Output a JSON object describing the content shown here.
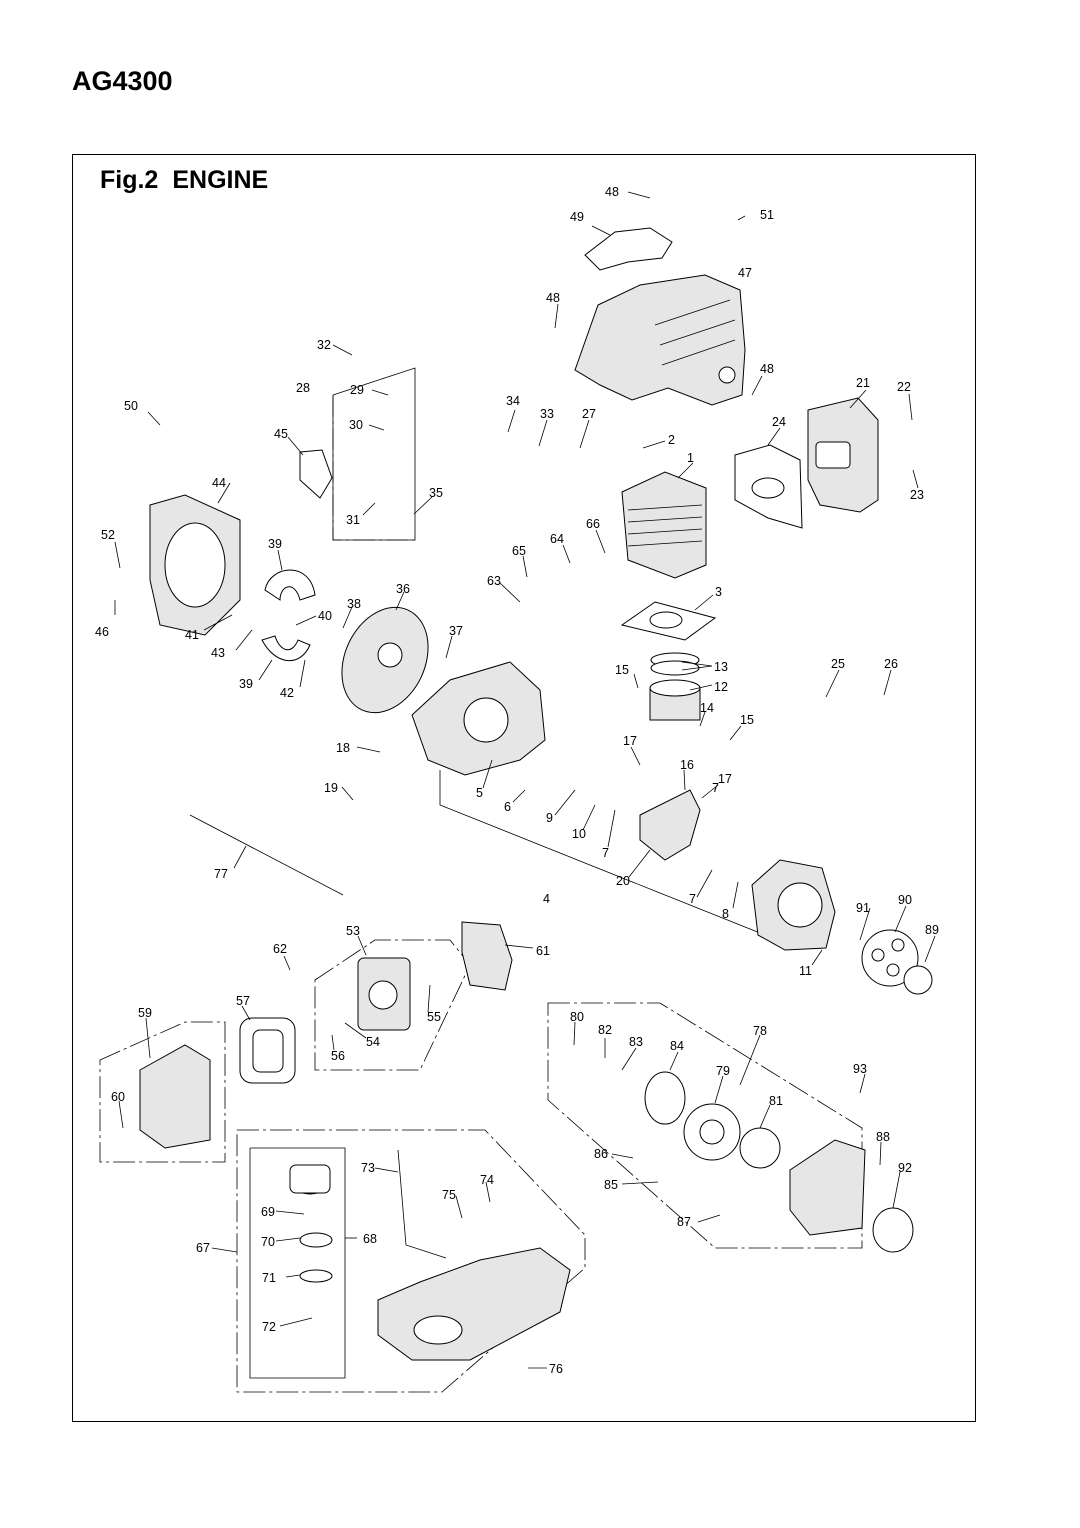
{
  "header": {
    "model": "AG4300"
  },
  "figure": {
    "prefix": "Fig.2",
    "title": "ENGINE"
  },
  "part_labels": [
    "1",
    "2",
    "3",
    "4",
    "5",
    "6",
    "7",
    "7",
    "7",
    "8",
    "9",
    "10",
    "11",
    "12",
    "13",
    "14",
    "15",
    "15",
    "16",
    "17",
    "17",
    "18",
    "19",
    "20",
    "21",
    "22",
    "23",
    "24",
    "25",
    "26",
    "27",
    "28",
    "29",
    "30",
    "31",
    "32",
    "33",
    "34",
    "35",
    "36",
    "37",
    "38",
    "39",
    "39",
    "40",
    "41",
    "42",
    "43",
    "44",
    "45",
    "46",
    "47",
    "48",
    "48",
    "48",
    "49",
    "50",
    "51",
    "52",
    "53",
    "54",
    "55",
    "56",
    "57",
    "59",
    "60",
    "61",
    "62",
    "63",
    "64",
    "65",
    "66",
    "67",
    "68",
    "69",
    "70",
    "71",
    "72",
    "73",
    "74",
    "75",
    "76",
    "77",
    "78",
    "79",
    "80",
    "81",
    "82",
    "83",
    "84",
    "85",
    "86",
    "87",
    "88",
    "89",
    "90",
    "91",
    "92",
    "93"
  ]
}
